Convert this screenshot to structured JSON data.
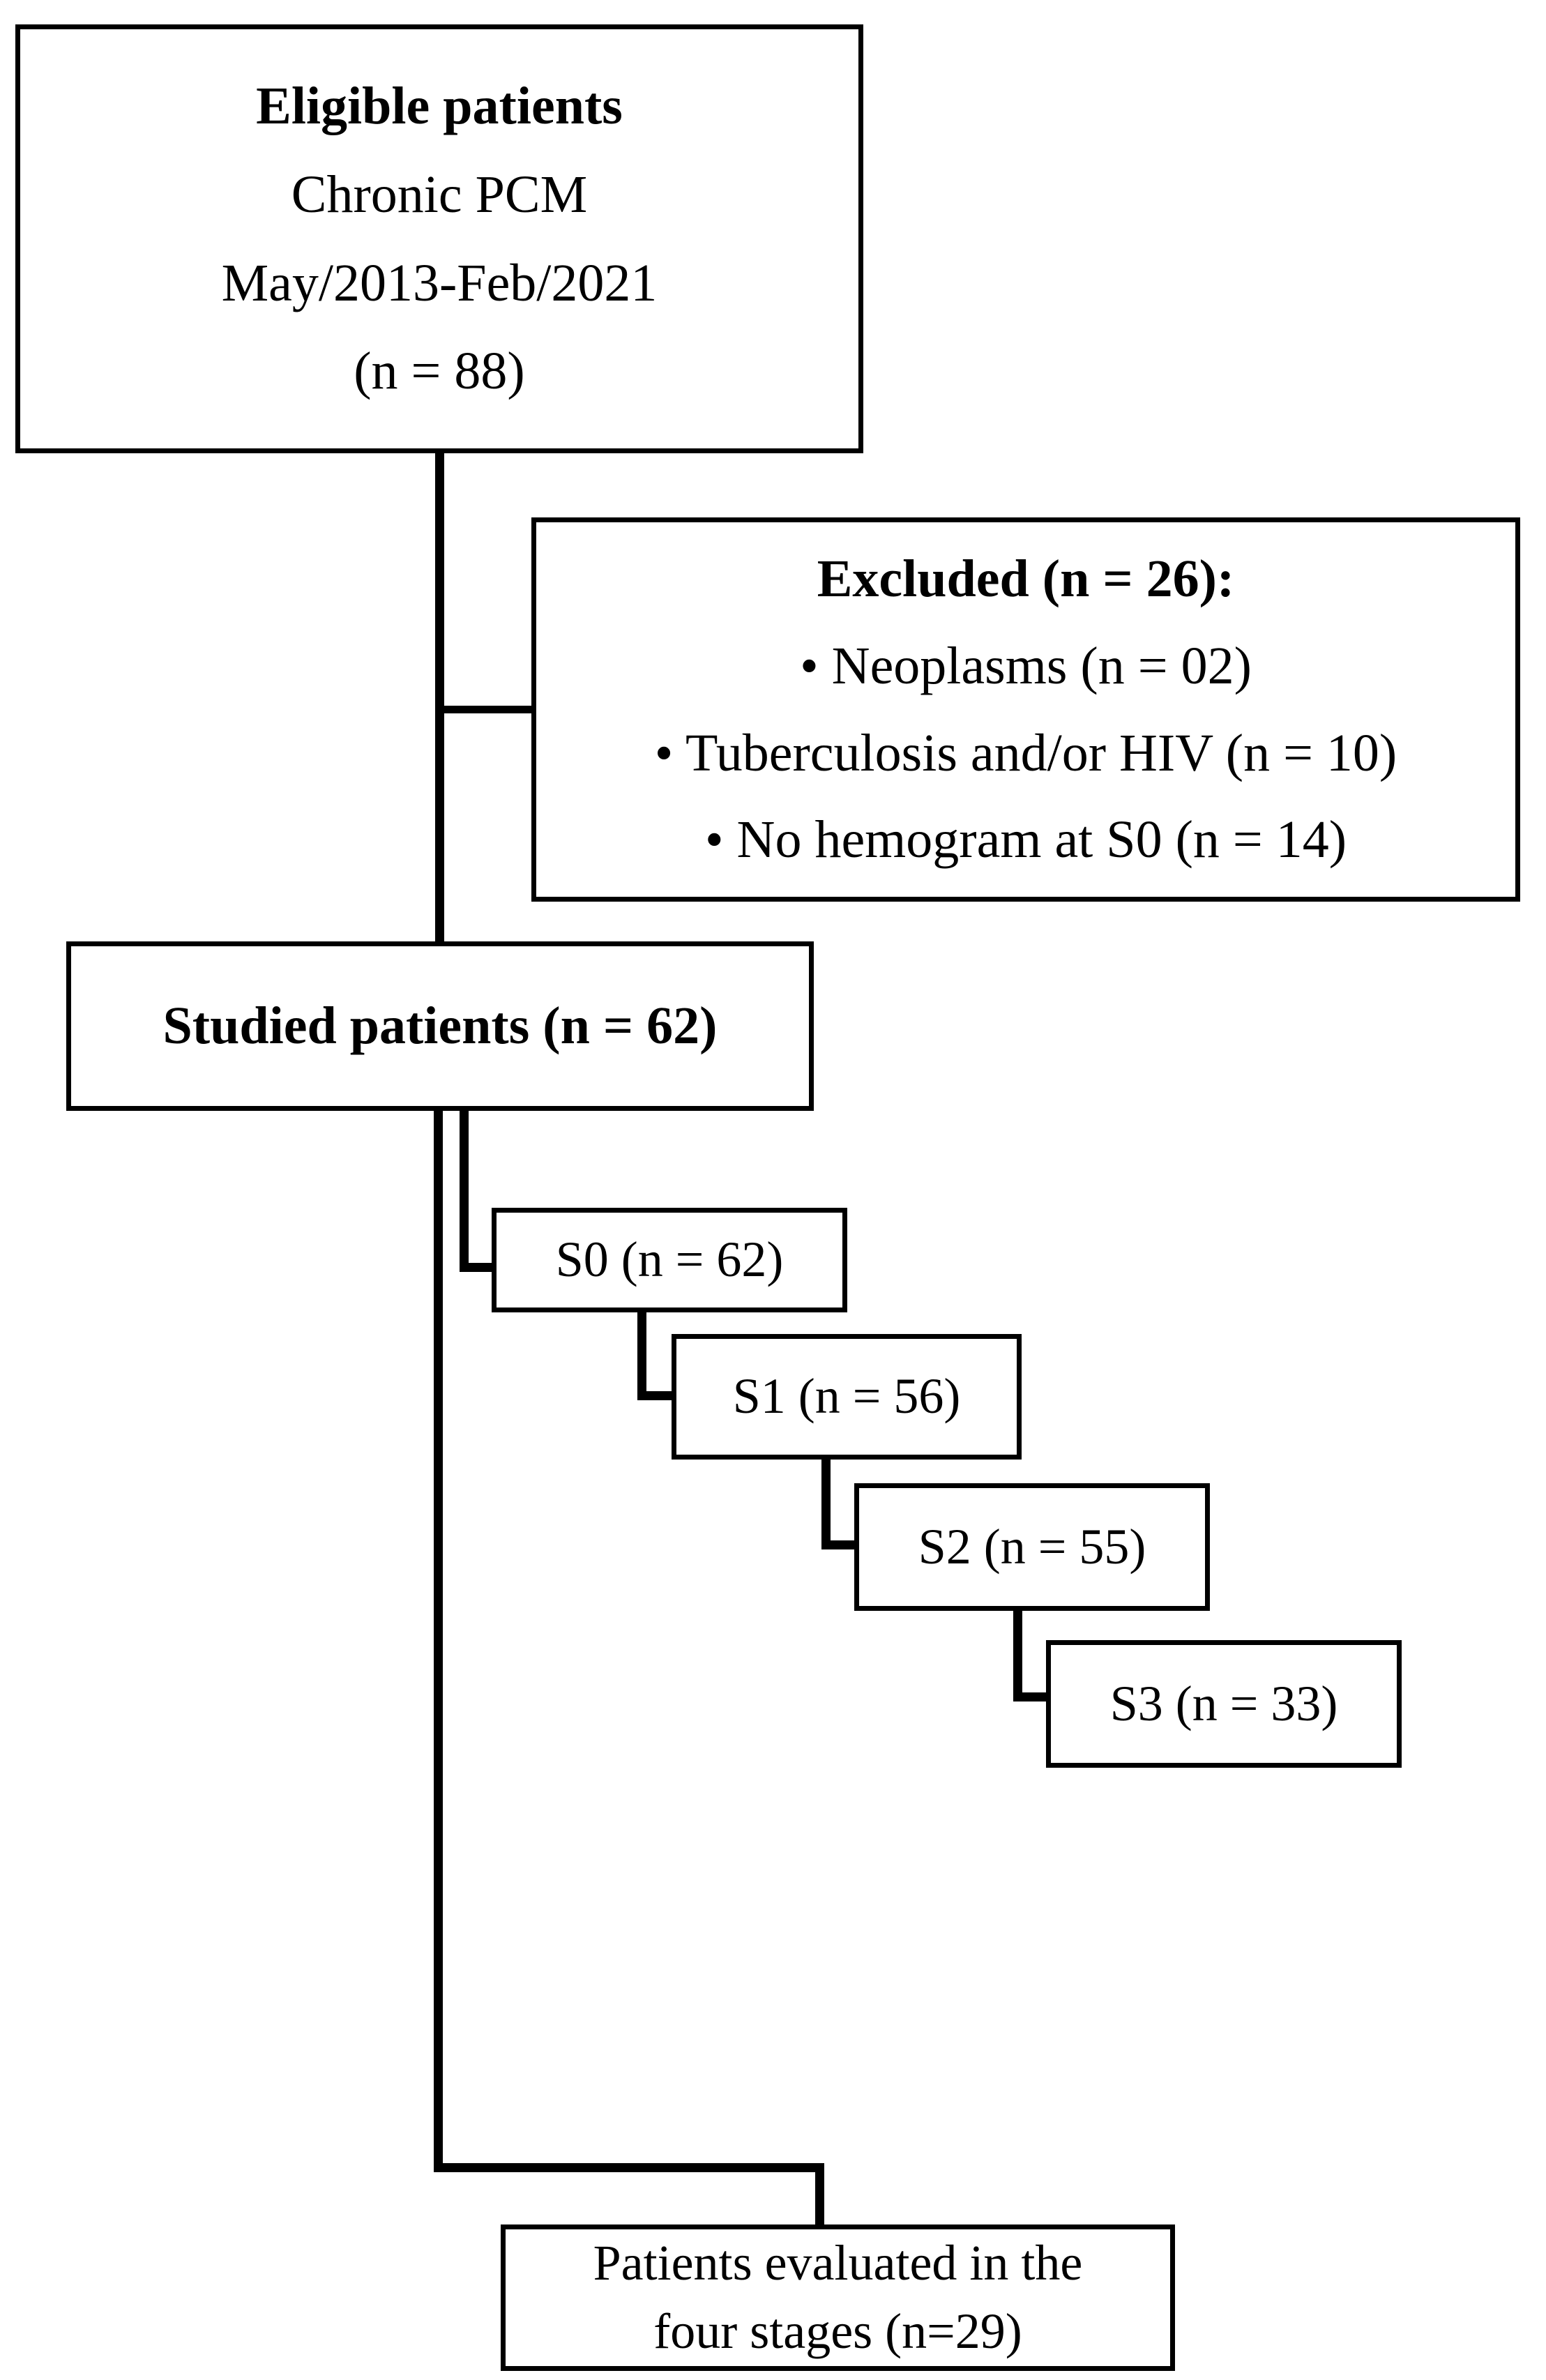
{
  "figure": {
    "type": "flowchart",
    "title": "Patient selection flow diagram (CONSORT-style)",
    "stroke_color": "#000000",
    "background_color": "#ffffff"
  },
  "nodes": {
    "eligible": {
      "id": "eligible-patients-box",
      "lines": [
        "Eligible patients",
        "Chronic PCM",
        "May/2013-Feb/2021",
        "(n = 88)"
      ],
      "n": 88
    },
    "excluded": {
      "id": "excluded-box",
      "heading": "Excluded (n = 26):",
      "n": 26,
      "items": [
        "• Neoplasms (n = 02)",
        "• Tuberculosis and/or HIV (n = 10)",
        "• No hemogram at S0 (n = 14)"
      ]
    },
    "studied": {
      "id": "studied-patients-box",
      "label": "Studied patients (n = 62)",
      "n": 62
    },
    "stages": [
      {
        "id": "stage-s0-box",
        "label": "S0 (n = 62)",
        "stage": "S0",
        "n": 62
      },
      {
        "id": "stage-s1-box",
        "label": "S1 (n = 56)",
        "stage": "S1",
        "n": 56
      },
      {
        "id": "stage-s2-box",
        "label": "S2 (n = 55)",
        "stage": "S2",
        "n": 55
      },
      {
        "id": "stage-s3-box",
        "label": "S3 (n = 33)",
        "stage": "S3",
        "n": 33
      }
    ],
    "final": {
      "id": "final-evaluated-box",
      "lines": [
        "Patients evaluated in the",
        "four stages (n=29)"
      ],
      "n": 29
    }
  }
}
